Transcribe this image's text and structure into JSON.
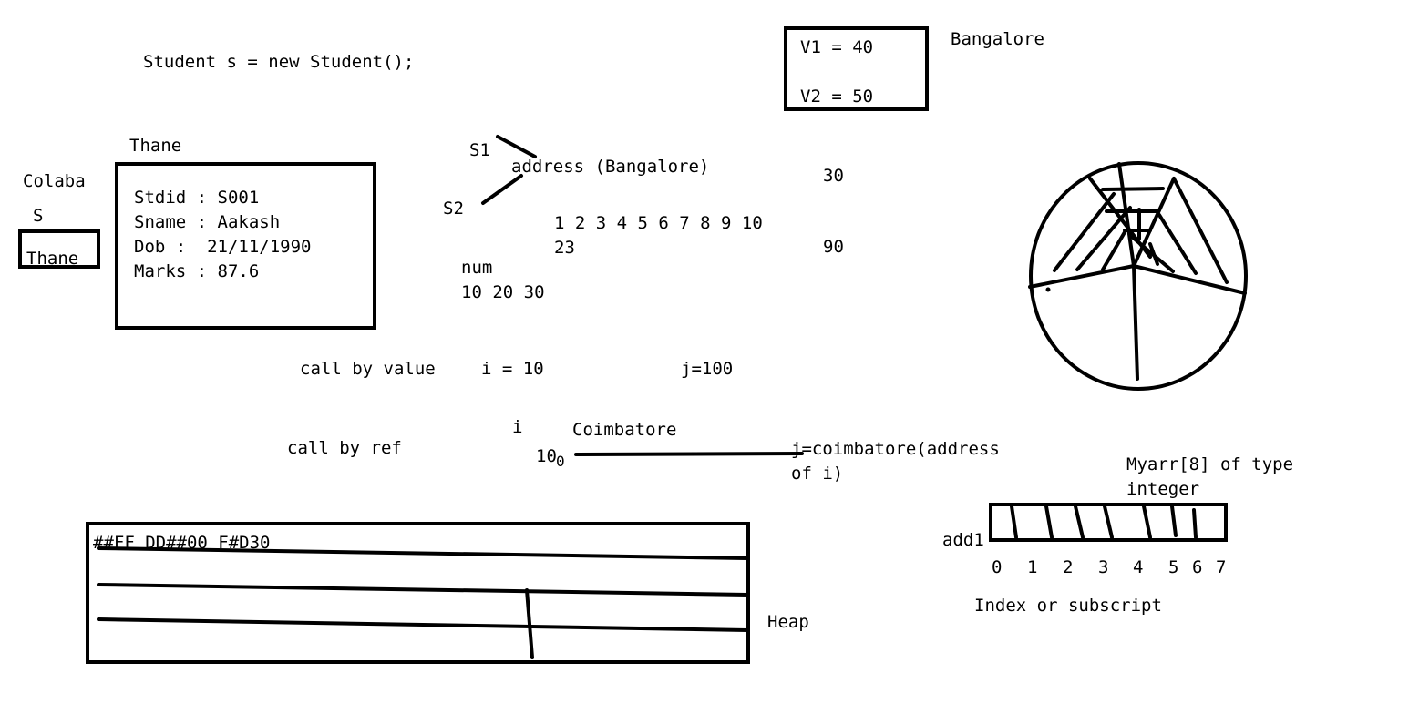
{
  "code_line": "Student s = new Student();",
  "variables_box": {
    "v1": "V1 = 40",
    "v2": "V2 = 50"
  },
  "bangalore_label": "Bangalore",
  "thane_label": "Thane",
  "colaba_label": "Colaba",
  "s_label": "S",
  "s_ref_value": "Thane",
  "student_object": {
    "stdid": "Stdid : S001",
    "sname": "Sname : Aakash",
    "dob": "Dob :  21/11/1990",
    "marks": "Marks : 87.6"
  },
  "s1_label": "S1",
  "s2_label": "S2",
  "address_label": "address (Bangalore)",
  "number_seq": "1 2 3 4 5 6 7 8 9 10",
  "num_23": "23",
  "num_label": "num",
  "num_values": "10 20 30",
  "val_30": "30",
  "val_90": "90",
  "call_by_value": "call by value",
  "i_equals": "i = 10",
  "j_equals": "j=100",
  "i_label": "i",
  "coimbatore_label": "Coimbatore",
  "call_by_ref": "call by ref",
  "ten_zero": "10",
  "zero_small": "0",
  "j_address_1": "j=coimbatore(address",
  "j_address_2": "of i)",
  "myarr_line1": "Myarr[8] of type",
  "myarr_line2": "integer",
  "add1_label": "add1",
  "array_indices": [
    "0",
    "1",
    "2",
    "3",
    "4",
    "5",
    "6",
    "7"
  ],
  "index_label": "Index or subscript",
  "heap_header": "##FF DD##00 F#D30",
  "heap_label": "Heap"
}
